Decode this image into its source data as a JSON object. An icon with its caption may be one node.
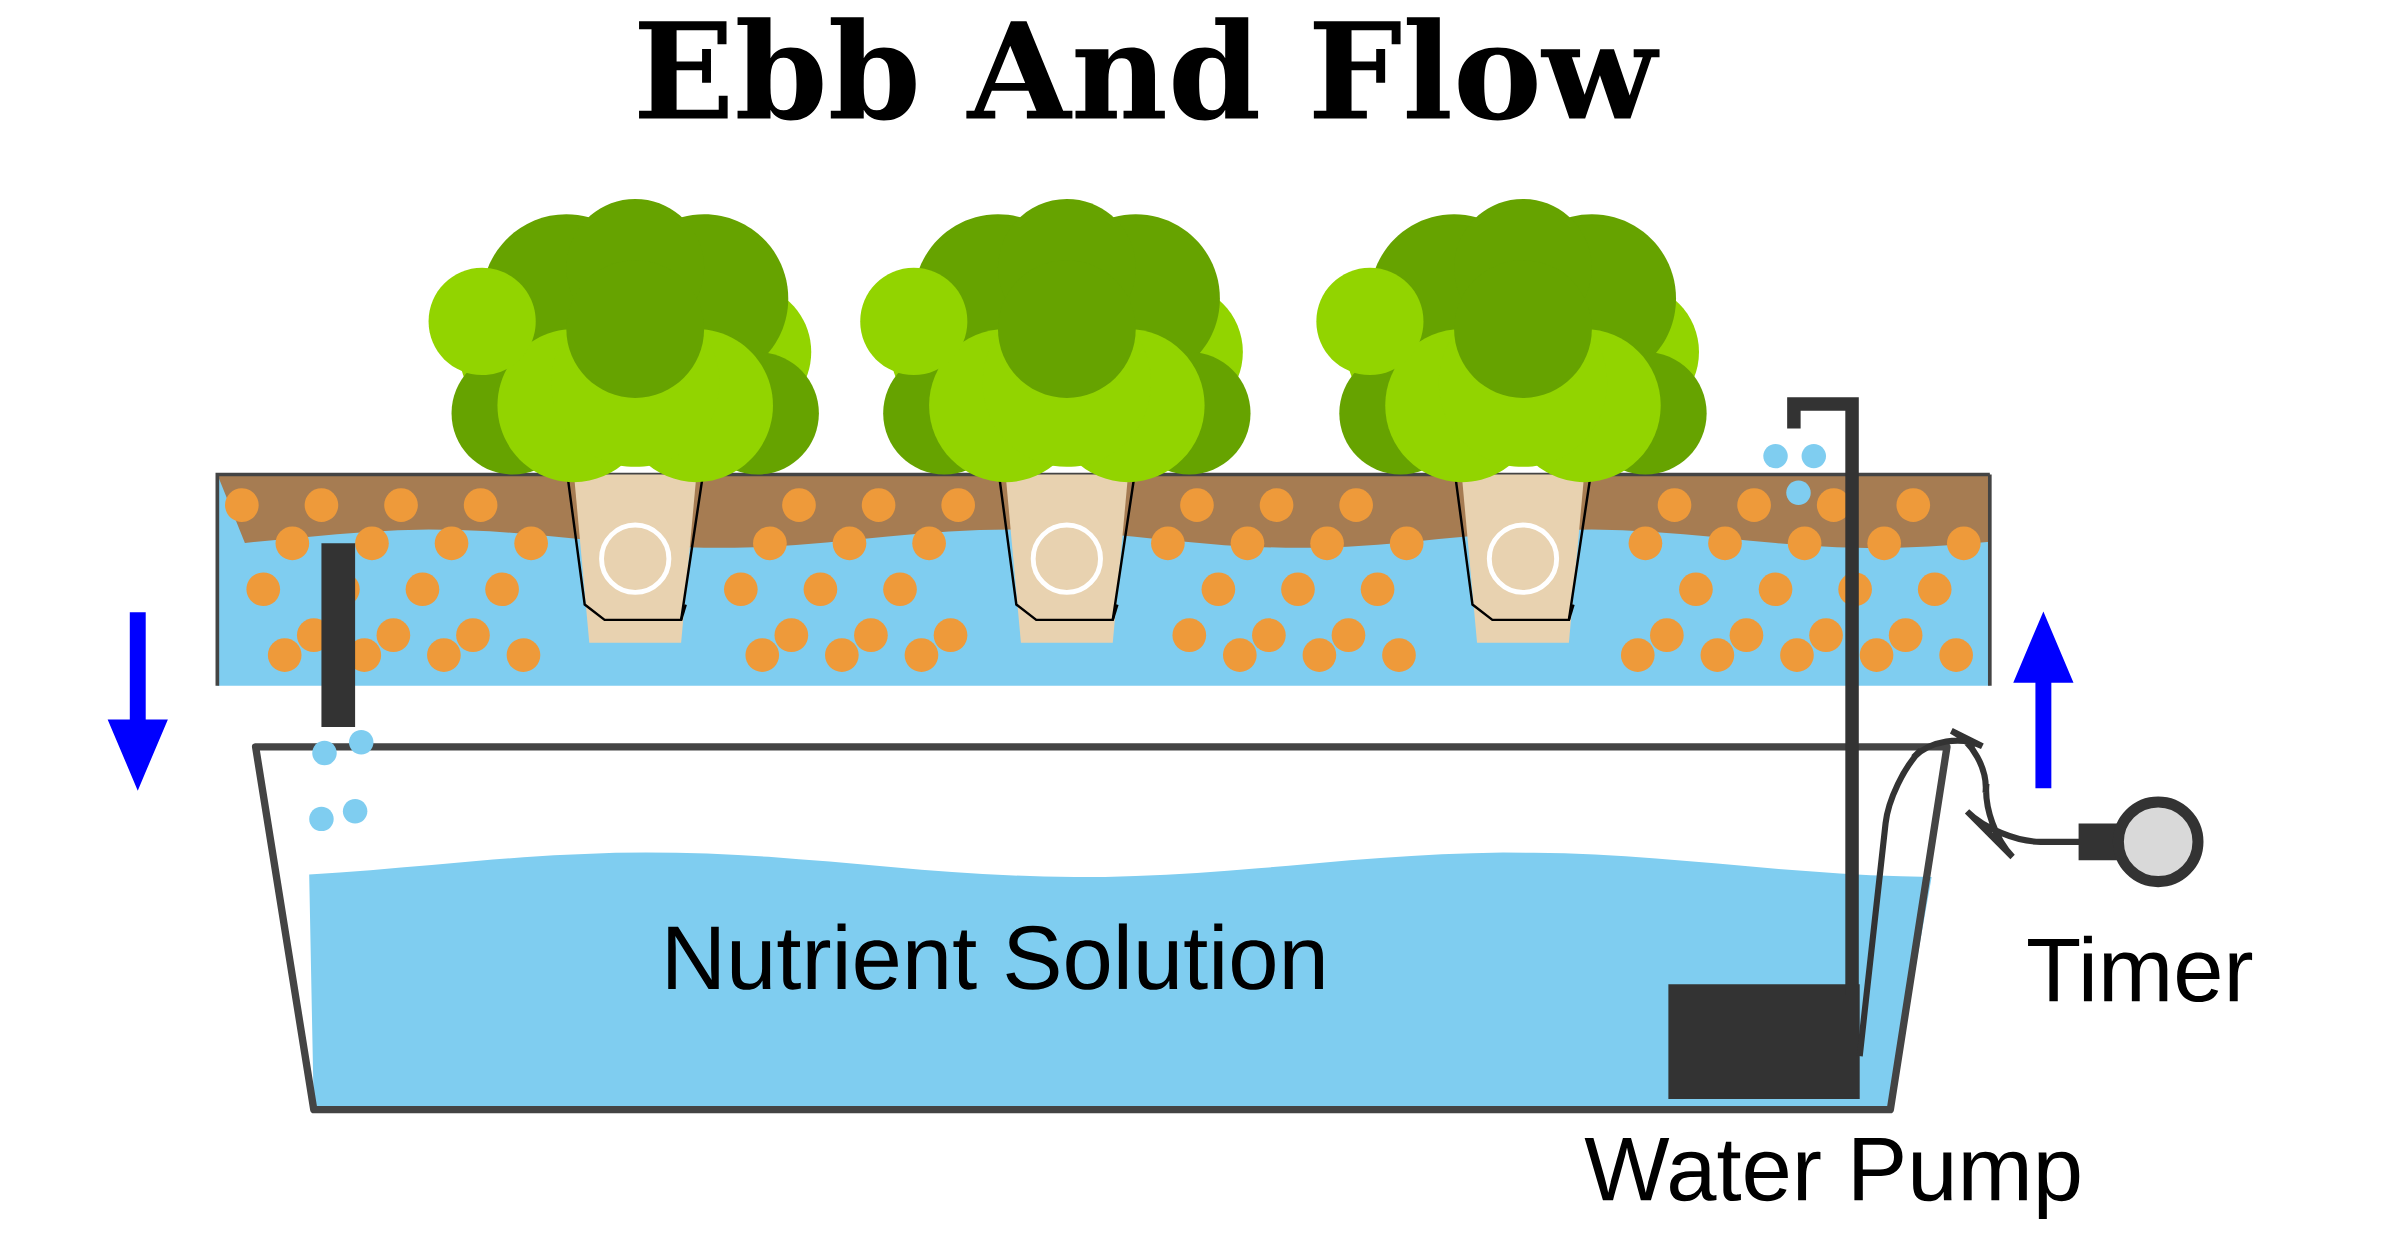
{
  "diagram": {
    "title": "Ebb And Flow",
    "labels": [
      "Nutrient Solution",
      "Timer",
      "Water Pump"
    ]
  }
}
